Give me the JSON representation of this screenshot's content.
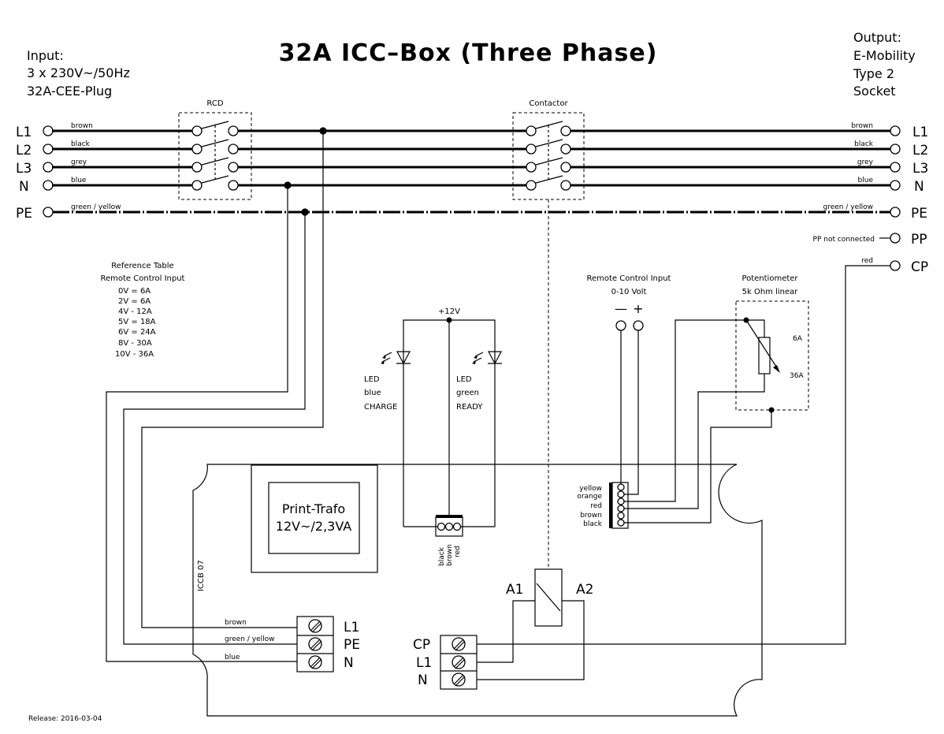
{
  "title": "32A ICC–Box (Three Phase)",
  "input": {
    "lines": [
      "Input:",
      "3 x 230V~/50Hz",
      "32A-CEE-Plug"
    ]
  },
  "output": {
    "lines": [
      "Output:",
      "E-Mobility",
      "Type 2",
      "Socket"
    ]
  },
  "rcd_label": "RCD",
  "contactor_label": "Contactor",
  "input_terminals": [
    "L1",
    "L2",
    "L3",
    "N",
    "PE"
  ],
  "output_terminals": [
    "L1",
    "L2",
    "L3",
    "N",
    "PE",
    "PP",
    "CP"
  ],
  "wire_colors_left": [
    "brown",
    "black",
    "grey",
    "blue",
    "green / yellow"
  ],
  "wire_colors_right": [
    "brown",
    "black",
    "grey",
    "blue",
    "green / yellow"
  ],
  "pp_label": "PP not connected",
  "cp_wire": "red",
  "reference_table": {
    "title": [
      "Reference Table",
      "Remote Control Input"
    ],
    "rows": [
      "0V =   6A",
      "2V =   6A",
      "4V  - 12A",
      "5V  = 18A",
      "6V  = 24A",
      "8V  - 30A",
      "10V  - 36A"
    ]
  },
  "supply": "+12V",
  "led_blue": [
    "LED",
    "blue",
    "CHARGE"
  ],
  "led_green": [
    "LED",
    "green",
    "READY"
  ],
  "led_connector_wires": [
    "black",
    "brown",
    "red"
  ],
  "remote_input": {
    "title": [
      "Remote Control Input",
      "0-10 Volt"
    ],
    "minus": "—",
    "plus": "+"
  },
  "potentiometer": {
    "title": [
      "Potentiometer",
      "5k Ohm linear"
    ],
    "min": "6A",
    "max": "36A"
  },
  "remote_connector_wires": [
    "yellow",
    "orange",
    "red",
    "brown",
    "black"
  ],
  "trafo": [
    "Print-Trafo",
    "12V~/2,3VA"
  ],
  "board_label": "ICCB 07",
  "coil": {
    "a1": "A1",
    "a2": "A2"
  },
  "power_terminals": [
    "L1",
    "PE",
    "N"
  ],
  "power_wires": [
    "brown",
    "green / yellow",
    "blue"
  ],
  "control_terminals": [
    "CP",
    "L1",
    "N"
  ],
  "release": "Release: 2016-03-04"
}
